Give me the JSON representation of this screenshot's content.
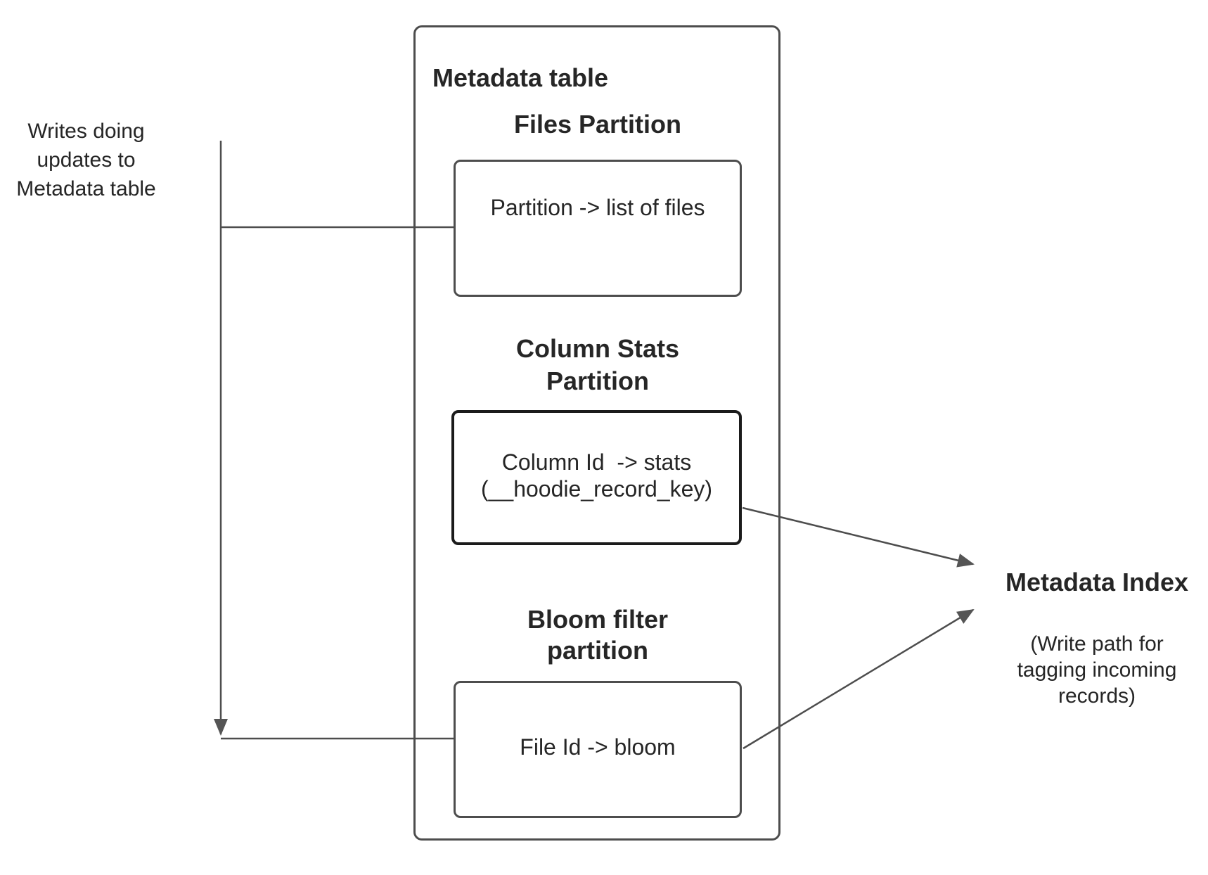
{
  "diagram": {
    "background": "#ffffff",
    "text_color": "#262626",
    "line_color": "#4d4d4d",
    "stats_box_border_color": "#1b1b1b"
  },
  "left_note": {
    "text": "Writes doing\nupdates to\nMetadata table"
  },
  "metadata_table": {
    "title": "Metadata table",
    "sections": [
      {
        "heading": "Files Partition",
        "box_text": "Partition -> list of files"
      },
      {
        "heading": "Column Stats\nPartition",
        "box_text": "Column Id  -> stats\n(__hoodie_record_key)"
      },
      {
        "heading": "Bloom filter\npartition",
        "box_text": "File Id -> bloom"
      }
    ]
  },
  "metadata_index": {
    "title": "Metadata Index",
    "subtitle": "(Write path for\ntagging incoming\nrecords)"
  }
}
